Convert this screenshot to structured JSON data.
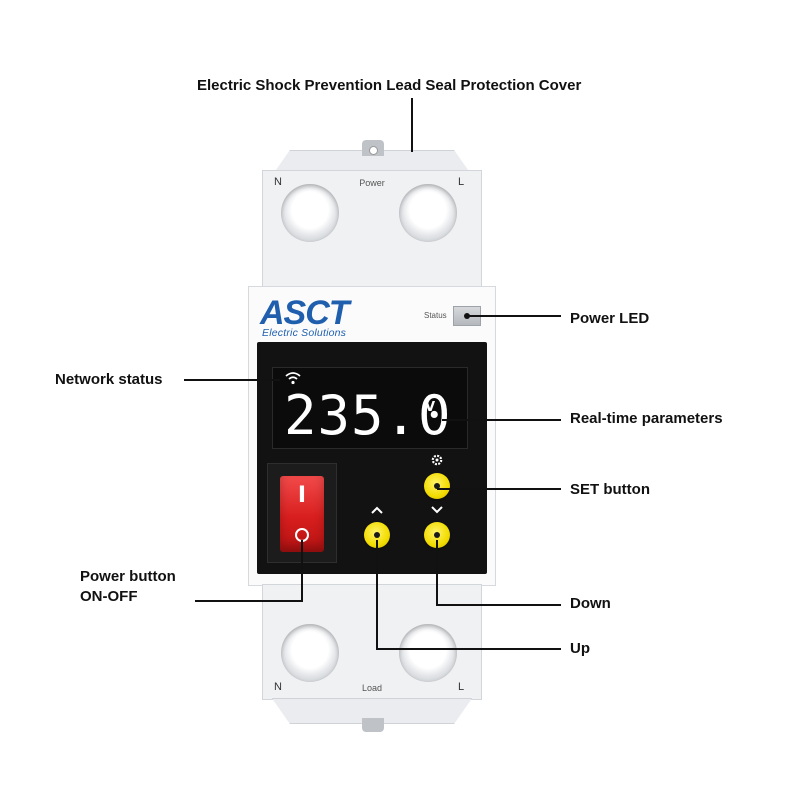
{
  "device": {
    "brand": "ASCT",
    "brand_tagline": "Electric Solutions",
    "top_section_label": "Power",
    "bottom_section_label": "Load",
    "terminal_neutral": "N",
    "terminal_live": "L",
    "status_label": "Status",
    "display_value": "235.0",
    "display_unit": "V",
    "rocker_on_symbol": "I"
  },
  "callouts": {
    "cover": "Electric Shock Prevention Lead Seal Protection Cover",
    "power_led": "Power LED",
    "network_status": "Network status",
    "realtime": "Real-time parameters",
    "set_button": "SET button",
    "power_button_line1": "Power button",
    "power_button_line2": "ON-OFF",
    "down": "Down",
    "up": "Up"
  },
  "colors": {
    "brand_blue": "#1f5fae",
    "rocker_red": "#e02a2a",
    "button_yellow": "#f2dc00",
    "display_bg": "#121212"
  },
  "icons": {
    "wifi": "wifi-icon",
    "set": "gear-icon",
    "up": "chevron-up-icon",
    "down": "chevron-down-icon"
  }
}
